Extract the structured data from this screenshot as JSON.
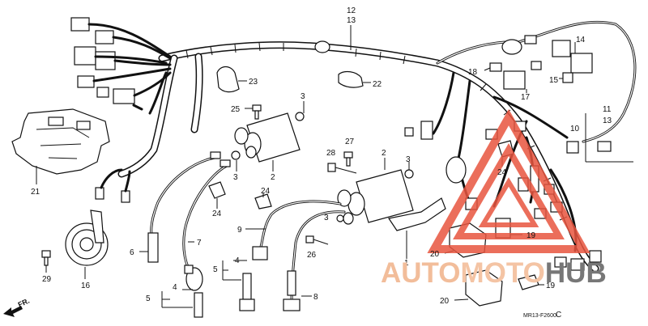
{
  "diagram": {
    "part_numbers": {
      "p12": "12",
      "p13": "13",
      "p14": "14",
      "p15": "15",
      "p17": "17",
      "p18": "18",
      "p22": "22",
      "p23": "23",
      "p25": "25",
      "p3a": "3",
      "p2a": "2",
      "p11": "11",
      "p13b": "13",
      "p10": "10",
      "p27": "27",
      "p28": "28",
      "p2b": "2",
      "p3b": "3",
      "p24a": "24",
      "p21": "21",
      "p3c": "3",
      "p24b": "24",
      "p24c": "24",
      "p9": "9",
      "p3d": "3",
      "p26": "26",
      "p1": "1",
      "p19a": "19",
      "p20a": "20",
      "p7": "7",
      "p6": "6",
      "p4a": "4",
      "p5a": "5",
      "p4b": "4",
      "p5b": "5",
      "p29": "29",
      "p16": "16",
      "p8": "8",
      "p19b": "19",
      "p20b": "20"
    },
    "direction_label": "FR.",
    "diagram_code": "MR13-F2600",
    "diagram_code_suffix": "C"
  },
  "watermark": {
    "word_part1": "AUTO",
    "word_part2": "MOTO",
    "word_part3": "HUB",
    "color_accent": "#e8553f",
    "color_gray": "#777777"
  }
}
